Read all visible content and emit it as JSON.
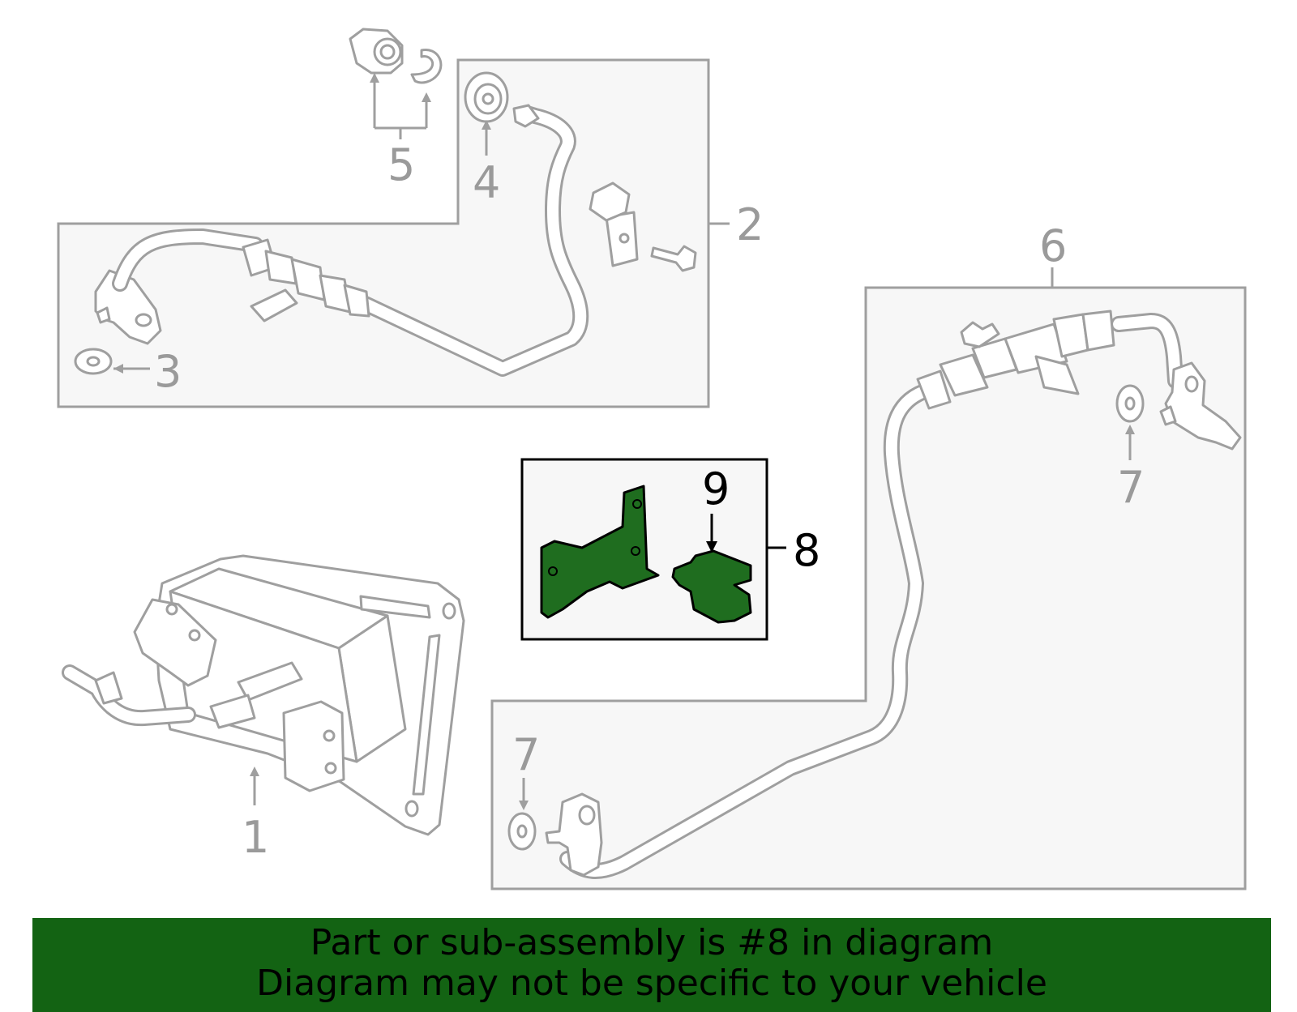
{
  "diagram": {
    "callouts": {
      "c1": "1",
      "c2": "2",
      "c3": "3",
      "c4": "4",
      "c5": "5",
      "c6": "6",
      "c7a": "7",
      "c7b": "7",
      "c8": "8",
      "c9": "9"
    },
    "highlight_color": "#1f6d1f"
  },
  "banner": {
    "line1": "Part or sub-assembly is #8 in diagram",
    "line2": "Diagram may not be specific to your vehicle",
    "background": "#136313"
  }
}
